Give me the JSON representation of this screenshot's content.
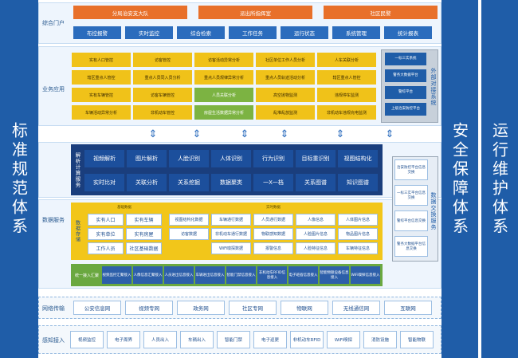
{
  "pillars": {
    "left": "标准规范体系",
    "mid": "安全保障体系",
    "right": "运行维护体系"
  },
  "portal": {
    "label": "综合门户",
    "top": [
      "分局治安支大队",
      "派出所指挥室",
      "社区民警"
    ],
    "menu": [
      "布控报警",
      "实时监控",
      "综合检索",
      "工作任务",
      "运行状态",
      "系统管理",
      "统计报表"
    ]
  },
  "apps": {
    "label": "业务应用",
    "col1": [
      "实有人口管控",
      "辖区重点人管控",
      "实有车辆管控",
      "车辆活动异常分析"
    ],
    "col2": [
      "访客管控",
      "重点人员同入员分析",
      "访客车辆管控",
      "非机动车管控"
    ],
    "col3": [
      "访客活动异常分析",
      "重点人员规律异常分析",
      "人员关联分析",
      "房屋生活数据异常分析"
    ],
    "col4": [
      "社区单位工作人员分析",
      "重点人员轨迹活动分析",
      "高空抛物监测",
      "乱堆乱放监测"
    ],
    "col5": [
      "人车关联分析",
      "辖区重点人管控",
      "违规停车监测",
      "非机动车违规充电监测"
    ]
  },
  "external": {
    "title": "外部对接系统",
    "items": [
      "一标三实系统",
      "警务大数据平台",
      "警综平台",
      "上级治安防控平台"
    ]
  },
  "compute": {
    "title": "解析计算服务",
    "row1": [
      "视频解析",
      "图片解析",
      "人脸识别",
      "人体识别",
      "行为识别",
      "目标重识别",
      "视图结构化"
    ],
    "row2": [
      "实时比对",
      "关联分析",
      "关系挖掘",
      "数据聚类",
      "一X一档",
      "关系图谱",
      "知识图谱"
    ]
  },
  "data": {
    "label": "数据服务",
    "store": "数据存储",
    "base_header": "基础数据",
    "realtime_header": "实时数据",
    "base": [
      "实有人口",
      "实有车辆",
      "实有单位",
      "实有房屋",
      "工作人员",
      "社区基础数据"
    ],
    "rt": [
      "视图结构化数据",
      "车辆通行数据",
      "人员通行数据",
      "人像信息",
      "人体图片信息",
      "访客数据",
      "非机动车通行数据",
      "物联感知数据",
      "人脸图片信息",
      "物品图片信息",
      "",
      "WiFi嗅探数据",
      "报警信息",
      "人脸特征信息",
      "车辆特征信息"
    ],
    "access_label": "统一接入汇聚",
    "access": [
      "视频监控汇聚接入",
      "人像信息汇聚接入",
      "人员进出信息接入",
      "车辆进出信息接入",
      "智能门禁信息接入",
      "非机动车RFID信息接入",
      "电子班宿信息接入",
      "智能物联设备信息接入",
      "WiFi嗅探信息接入"
    ],
    "exchange_title": "数据交换服务",
    "exchange": [
      "治安防控平台信息交换",
      "一标三实平台信息交换",
      "警综平台信息交换",
      "警务大数据平台信息交换"
    ]
  },
  "network": {
    "label": "网络传输",
    "items": [
      "公安信息网",
      "视频专网",
      "政务网",
      "社区专网",
      "物联网",
      "无线通信网",
      "互联网"
    ]
  },
  "sense": {
    "label": "感知接入",
    "items": [
      "视频监控",
      "电子周界",
      "人员出入",
      "车辆出入",
      "智能门禁",
      "电子巡更",
      "非机动车RFID",
      "WiFi嗅探",
      "消防设施",
      "智能物联"
    ]
  }
}
